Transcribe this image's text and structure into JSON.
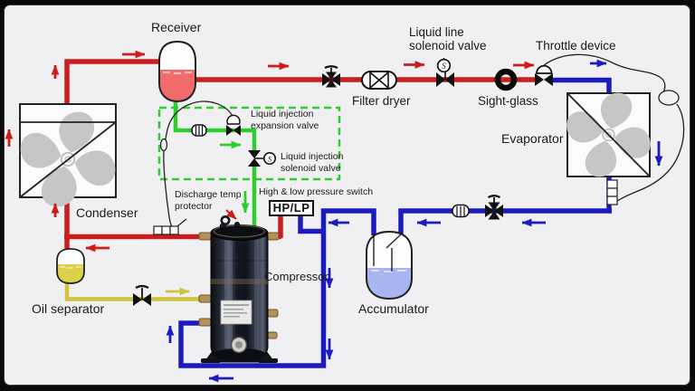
{
  "diagram": {
    "labels": {
      "receiver": "Receiver",
      "liquid_line_solenoid_valve": "Liquid line\nsolenoid valve",
      "filter_dryer": "Filter dryer",
      "sight_glass": "Sight-glass",
      "throttle_device": "Throttle device",
      "evaporator": "Evaporator",
      "condenser": "Condenser",
      "oil_separator": "Oil separator",
      "liquid_injection_expansion_valve": "Liquid injection\nexpansion valve",
      "liquid_injection_solenoid_valve": "Liquid injection\nsolenoid valve",
      "high_low_pressure_switch": "High & low pressure switch",
      "hp_lp": "HP/LP",
      "discharge_temp_protector": "Discharge temp\nprotector",
      "compressor": "Compressor",
      "accumulator": "Accumulator",
      "solenoid_symbol": "S"
    },
    "colors": {
      "discharge_line": "#cc1d1d",
      "suction_line": "#1c1cbe",
      "liquid_injection_line": "#2ecc2e",
      "oil_line": "#cfc33c",
      "background": "#f0f0f2",
      "frame": "#090909",
      "receiver_liquid": "#f26b6b",
      "accumulator_liquid": "#a9b5ee",
      "oil_liquid": "#dccf4a",
      "fan_blades": "#c6c6c6"
    }
  }
}
